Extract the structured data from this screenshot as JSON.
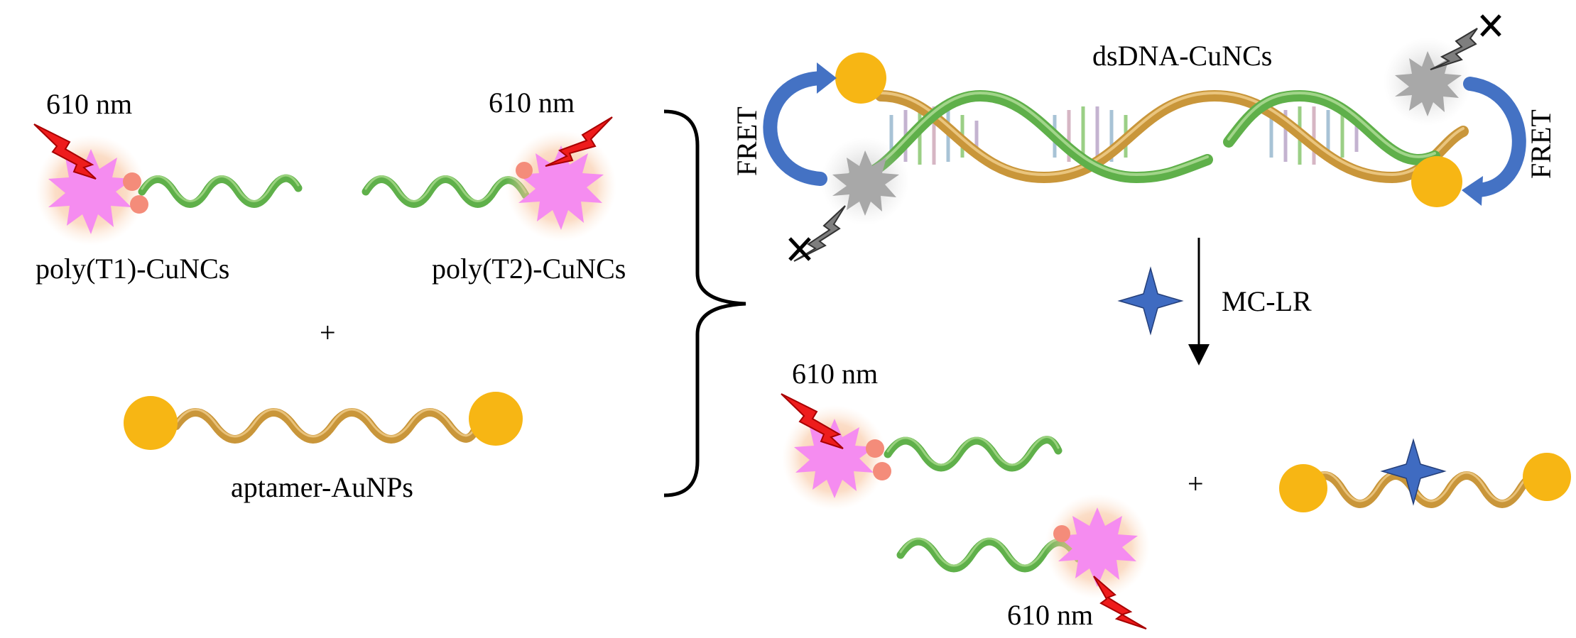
{
  "labels": {
    "wavelength_top_left": "610 nm",
    "wavelength_top_mid": "610 nm",
    "poly_t1": "poly(T1)-CuNCs",
    "poly_t2": "poly(T2)-CuNCs",
    "plus_left": "+",
    "aptamer": "aptamer-AuNPs",
    "dsdna": "dsDNA-CuNCs",
    "fret_left": "FRET",
    "fret_right": "FRET",
    "mclr": "MC-LR",
    "wavelength_bottom_left": "610 nm",
    "wavelength_bottom_right": "610 nm",
    "plus_right": "+"
  },
  "colors": {
    "cluster_pink": "#f58cf0",
    "cluster_glow": "#f8c29a",
    "quenched_gray": "#a8a8a8",
    "gold_np": "#f7b614",
    "strand_green": "#5fb04a",
    "strand_gold": "#c9963a",
    "lightning_red": "#ee1c1c",
    "lightning_gray": "#7e7e7e",
    "fret_arrow_blue": "#4472c4",
    "target_star_blue": "#3f6bc1"
  }
}
